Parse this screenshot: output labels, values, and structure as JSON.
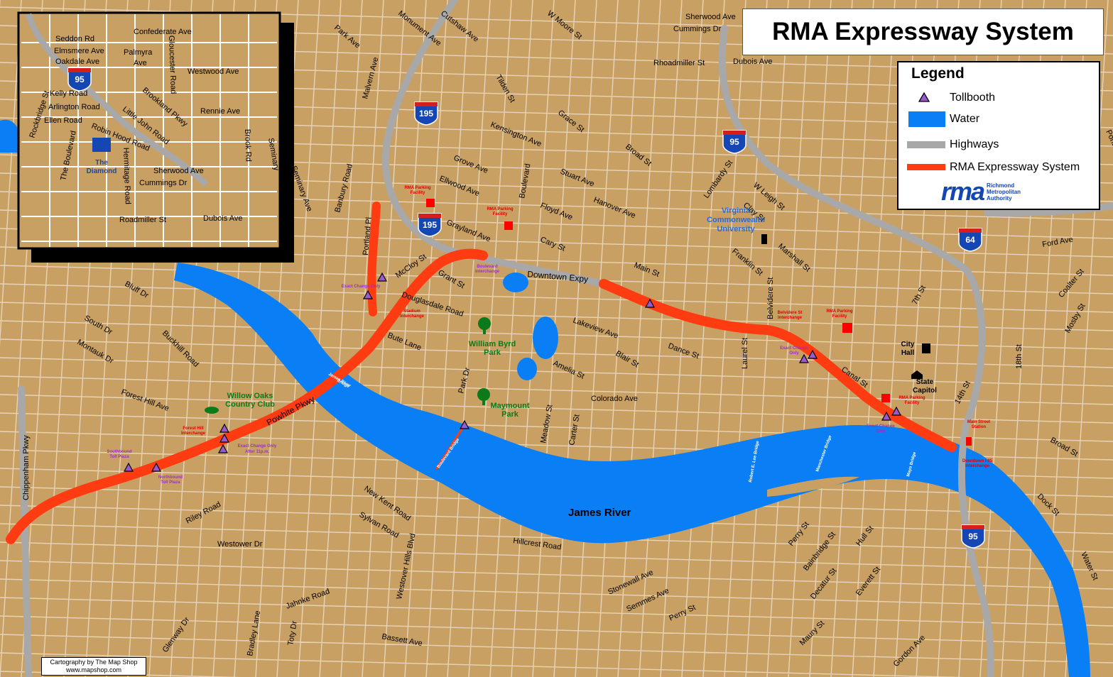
{
  "title": "RMA Expressway System",
  "legend": {
    "title": "Legend",
    "items": [
      {
        "label": "Tollbooth",
        "symbol": "triangle",
        "color": "#9b59d0"
      },
      {
        "label": "Water",
        "symbol": "box",
        "color": "#0a7ff5"
      },
      {
        "label": "Highways",
        "symbol": "line",
        "color": "#a8a8a8"
      },
      {
        "label": "RMA Expressway System",
        "symbol": "line",
        "color": "#ff3b12"
      }
    ],
    "logo_text": "rma",
    "logo_sub": [
      "Richmond",
      "Metropolitan",
      "Authority"
    ]
  },
  "credit": [
    "Cartography by The Map Shop",
    "www.mapshop.com"
  ],
  "colors": {
    "land": "#c9a063",
    "water": "#0a7ff5",
    "highway": "#a8a8a8",
    "expressway": "#ff3b12",
    "street": "#ffffff",
    "shield": "#1446b4"
  },
  "shields": [
    "95",
    "195",
    "195",
    "95",
    "64",
    "95"
  ],
  "inset": {
    "streets": [
      "Seddon Rd",
      "Confederate Ave",
      "Elmsmere Ave",
      "Palmyra",
      "Ave",
      "Oakdale Ave",
      "Westwood Ave",
      "Kelly Road",
      "Arlington Road",
      "Ellen Road",
      "Robin Hood Road",
      "Brookland Pkwy",
      "Little John Road",
      "Rennie Ave",
      "Gloucester Road",
      "Hermitage Road",
      "Sherwood Ave",
      "Cummings Dr",
      "Roadmiller St",
      "Dubois Ave",
      "Brook Rd",
      "Seminary",
      "The Boulevard",
      "Rockbridge St"
    ],
    "poi": [
      "The",
      "Diamond"
    ]
  },
  "streets": [
    "Park Ave",
    "Monument Ave",
    "Cutshaw Ave",
    "W Moore St",
    "Sherwood Ave",
    "Cummings Dr",
    "Rhoadmiller St",
    "Dubois Ave",
    "Malvern Ave",
    "Tilden St",
    "Kensington Ave",
    "Grove Ave",
    "Ellwood Ave",
    "Grayland Ave",
    "Boulevard",
    "Floyd Ave",
    "Stuart Ave",
    "Hanover Ave",
    "Cary St",
    "Main St",
    "Broad St",
    "Grace St",
    "Lombardy St",
    "W Leigh St",
    "Clay St",
    "Marshall St",
    "Franklin St",
    "Ford Ave",
    "Downtown Expy",
    "McCloy St",
    "Grant St",
    "Douglasdale Road",
    "Lakeview Ave",
    "Dance St",
    "Amelia St",
    "Blair St",
    "Colorado Ave",
    "Meadow St",
    "Carter St",
    "Park Dr",
    "Bute Lane",
    "Bluff Dr",
    "South Dr",
    "Montauk Dr",
    "Buckhill Road",
    "Forest Hill Ave",
    "Powhite Pkwy",
    "Chippenham Pkwy",
    "Riley Road",
    "Westower Dr",
    "New Kent Road",
    "Sylvan Road",
    "Westover Hills Blvd",
    "Hillcrest Road",
    "Jahnke Road",
    "Glenway Dr",
    "Bradley Lane",
    "Toty Dr",
    "Bassett Ave",
    "Stonewall Ave",
    "Semmes Ave",
    "Perry St",
    "Maury St",
    "Gordon Ave",
    "Bainbridge St",
    "Decatur St",
    "Everett St",
    "Hull St",
    "Perry St",
    "Laurel St",
    "Belvidere St",
    "Canal St",
    "7th St",
    "14th St",
    "18th St",
    "Broad St",
    "Dock St",
    "Water St",
    "Ponton Rd",
    "Banbury Road",
    "Portland Pl",
    "Seminary Ave",
    "Oakdale Ave",
    "Arlington Road",
    "Coalter St",
    "Mosby St"
  ],
  "water_label": "James River",
  "pois": {
    "green": [
      "William Byrd",
      "Park",
      "Maymount",
      "Park",
      "Willow Oaks",
      "Country Club"
    ],
    "blue": [
      "Virginia",
      "Commonwealth",
      "University"
    ],
    "black": [
      "City",
      "Hall",
      "State",
      "Capitol"
    ],
    "red": [
      "RMA Parking",
      "Facility",
      "RMA Parking",
      "Facility",
      "Stadium",
      "Interchange",
      "Forest Hill",
      "Interchange",
      "Belvidere St",
      "Interchange",
      "RMA Parking",
      "Facility",
      "RMA Parking",
      "Facility",
      "Main Street",
      "Station",
      "Downtown I-95",
      "Interchange"
    ],
    "purple": [
      "Exact Change Only",
      "Southbound",
      "Toll Plaza",
      "Northbound",
      "Toll Plaza",
      "Exact Change Only",
      "After 11p.m.",
      "Exact Change",
      "Only",
      "Exact Change",
      "Only",
      "Boulevard",
      "Interchange"
    ],
    "bridges": [
      "James River",
      "Bridge",
      "Boulevard Bridge",
      "Robert E. Lee Bridge",
      "Manchester Bridge",
      "Mayo Bridge"
    ]
  }
}
